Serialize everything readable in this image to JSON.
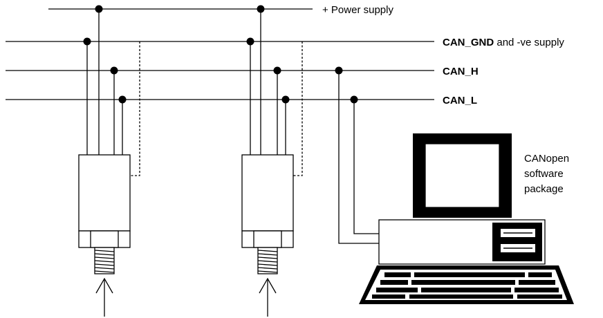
{
  "buses": {
    "power": {
      "label": "+ Power supply"
    },
    "can_gnd": {
      "label_bold": "CAN_GND",
      "label_rest": " and -ve supply"
    },
    "can_h": {
      "label": "CAN_H"
    },
    "can_l": {
      "label": "CAN_L"
    }
  },
  "computer": {
    "label_lines": [
      "CANopen",
      "software",
      "package"
    ]
  },
  "colors": {
    "line": "#000000",
    "background": "#ffffff"
  }
}
